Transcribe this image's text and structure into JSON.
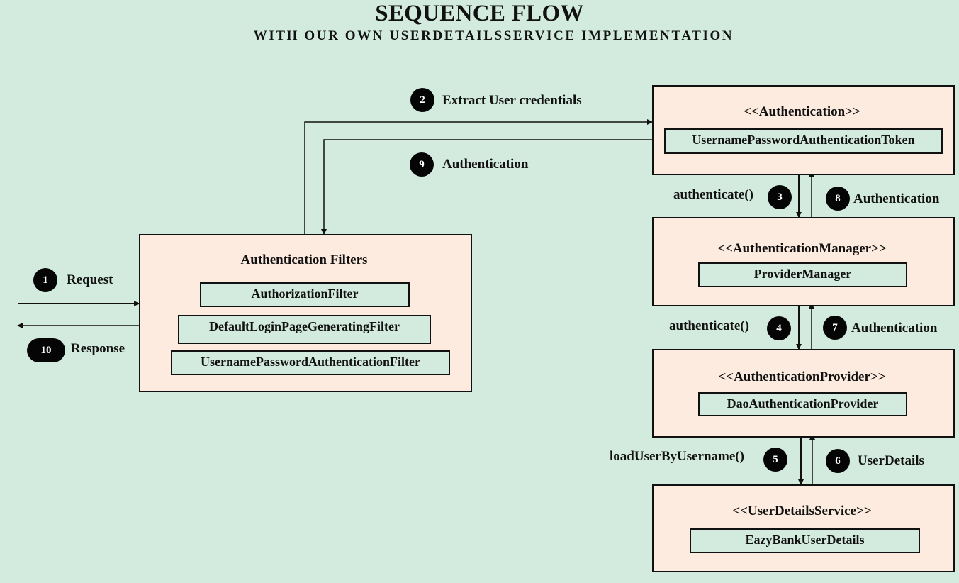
{
  "title": "SEQUENCE FLOW",
  "subtitle": "WITH OUR OWN USERDETAILSSERVICE IMPLEMENTATION",
  "filters": {
    "heading": "Authentication Filters",
    "items": [
      "AuthorizationFilter",
      "DefaultLoginPageGeneratingFilter",
      "UsernamePasswordAuthenticationFilter"
    ]
  },
  "authentication": {
    "stereotype": "<<Authentication>>",
    "impl": "UsernamePasswordAuthenticationToken"
  },
  "manager": {
    "stereotype": "<<AuthenticationManager>>",
    "impl": "ProviderManager"
  },
  "provider": {
    "stereotype": "<<AuthenticationProvider>>",
    "impl": "DaoAuthenticationProvider"
  },
  "uds": {
    "stereotype": "<<UserDetailsService>>",
    "impl": "EazyBankUserDetails"
  },
  "steps": [
    {
      "num": "1",
      "label": "Request"
    },
    {
      "num": "2",
      "label": "Extract User credentials"
    },
    {
      "num": "3",
      "label": "authenticate()"
    },
    {
      "num": "4",
      "label": "authenticate()"
    },
    {
      "num": "5",
      "label": "loadUserByUsername()"
    },
    {
      "num": "6",
      "label": "UserDetails"
    },
    {
      "num": "7",
      "label": "Authentication"
    },
    {
      "num": "8",
      "label": "Authentication"
    },
    {
      "num": "9",
      "label": "Authentication"
    },
    {
      "num": "10",
      "label": "Response"
    }
  ]
}
